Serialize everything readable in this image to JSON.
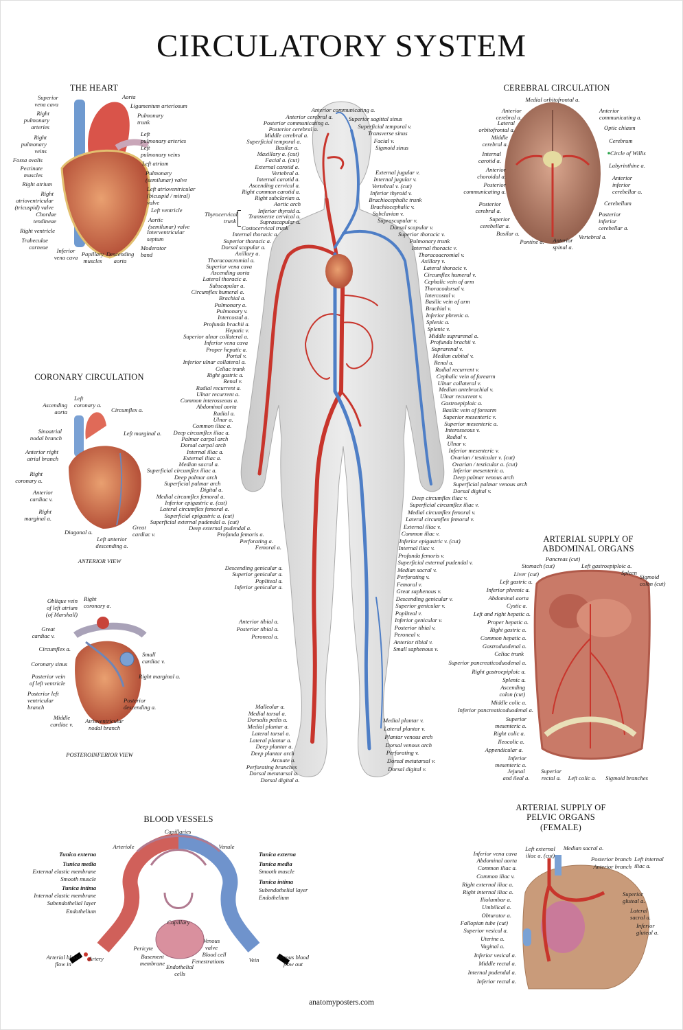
{
  "title": "CIRCULATORY SYSTEM",
  "footer": "anatomyposters.com",
  "colors": {
    "artery": "#c8352c",
    "vein": "#4e7ec6",
    "body": "#d9d9d9",
    "heart": "#d0694a",
    "brain": "#b9826a"
  },
  "heart": {
    "title": "THE HEART",
    "labels": [
      "Superior\nvena cava",
      "Right\npulmonary\narteries",
      "Right\npulmonary\nveins",
      "Fossa ovalis",
      "Pectinate\nmuscles",
      "Right atrium",
      "Right\natrioventricular\n(tricuspid) valve",
      "Chordae\ntendineae",
      "Right ventricle",
      "Trabeculae\ncarneae",
      "Aorta",
      "Ligamentum arteriosum",
      "Pulmonary\ntrunk",
      "Left\npulmonary arteries",
      "Left\npulmonary veins",
      "Left atrium",
      "Pulmonary\n(semilunar) valve",
      "Left atrioventricular\n(bicuspid / mitral)\nvalve",
      "Left ventricle",
      "Aortic\n(semilunar) valve",
      "Interventricular\nseptum",
      "Moderator\nband",
      "Inferior\nvena cava",
      "Papillary\nmuscles",
      "Descending\naorta"
    ]
  },
  "cerebral": {
    "title": "CEREBRAL CIRCULATION",
    "labels": [
      "Medial orbitofrontal a.",
      "Anterior\ncerebral a.",
      "Lateral\norbitofrontal a.",
      "Middle\ncerebral a.",
      "Internal\ncarotid a.",
      "Anterior\nchoroidal a.",
      "Posterior\ncommunicating a.",
      "Posterior\ncerebral a.",
      "Superior\ncerebellar a.",
      "Basilar a.",
      "Pontine a.",
      "Anterior\nspinal a.",
      "Anterior\ncommunicating a.",
      "Optic chiasm",
      "Cerebrum",
      "Circle of Willis",
      "Labyrinthine a.",
      "Anterior\ninferior\ncerebellar a.",
      "Cerebellum",
      "Posterior\ninferior\ncerebellar a.",
      "Vertebral a."
    ]
  },
  "coronary": {
    "title": "CORONARY CIRCULATION",
    "anterior_view": "ANTERIOR VIEW",
    "anterior_labels": [
      "Ascending\naorta",
      "Left\ncoronary a.",
      "Circumflex a.",
      "Left marginal a.",
      "Sinoatrial\nnodal branch",
      "Anterior right\natrial branch",
      "Right\ncoronary a.",
      "Anterior\ncardiac v.",
      "Right\nmarginal a.",
      "Diagonal a.",
      "Left anterior\ndescending a.",
      "Great\ncardiac v."
    ],
    "posterior_view": "POSTEROINFERIOR VIEW",
    "posterior_labels": [
      "Oblique vein\nof left atrium\n(of Marshall)",
      "Right\ncoronary a.",
      "Great\ncardiac v.",
      "Circumflex a.",
      "Coronary sinus",
      "Posterior vein\nof left ventricle",
      "Posterior left\nventricular\nbranch",
      "Middle\ncardiac v.",
      "Atrioventricular\nnodal branch",
      "Small\ncardiac v.",
      "Right marginal a.",
      "Posterior\ndescending a."
    ]
  },
  "body": {
    "head_top": [
      "Anterior communicating a.",
      "Anterior cerebral a."
    ],
    "head_left": [
      "Posterior communicating a.",
      "Posterior cerebral a.",
      "Middle cerebral a.",
      "Superficial temporal a.",
      "Basilar a.",
      "Maxillary a. (cut)",
      "Facial a. (cut)",
      "External carotid a.",
      "Vertebral a.",
      "Internal carotid a.",
      "Ascending cervical a.",
      "Right common carotid a.",
      "Right subclavian a.",
      "Aortic arch"
    ],
    "thyrocervical": {
      "group": "Thyrocervical\ntrunk",
      "items": [
        "Inferior thyroid a.",
        "Transverse cervical a.",
        "Suprascapular a."
      ]
    },
    "left": [
      "Costocervical trunk",
      "Internal thoracic a.",
      "Superior thoracic a.",
      "Dorsal scapular a.",
      "Axillary a.",
      "Thoracoacromial a.",
      "Superior vena cava",
      "Ascending aorta",
      "Lateral thoracic a.",
      "Subscapular a.",
      "Circumflex humeral a.",
      "Brachial a.",
      "Pulmonary a.",
      "Pulmonary v.",
      "Intercostal a.",
      "Profunda brachii a.",
      "Hepatic v.",
      "Superior ulnar collateral a.",
      "Inferior vena cava",
      "Proper hepatic a.",
      "Portal v.",
      "Inferior ulnar collateral a.",
      "Celiac trunk",
      "Right gastric a.",
      "Renal v.",
      "Radial recurrent a.",
      "Ulnar recurrent a.",
      "Common interosseous a.",
      "Abdominal aorta",
      "Radial a.",
      "Ulnar a.",
      "Common iliac a.",
      "Deep circumflex iliac a.",
      "Palmar carpal arch",
      "Dorsal carpal arch",
      "Internal iliac a.",
      "External iliac a.",
      "Median sacral a.",
      "Superficial circumflex iliac a.",
      "Deep palmar arch",
      "Superficial palmar arch",
      "Digital a.",
      "Medial circumflex femoral a.",
      "Inferior epigastric a. (cut)",
      "Lateral circumflex femoral a.",
      "Superficial epigastric a. (cut)",
      "Superficial external pudendal a. (cut)",
      "Deep external pudendal a.",
      "Profunda femoris a.",
      "Perforating a.",
      "Femoral a."
    ],
    "knee_left": [
      "Descending genicular a.",
      "Superior genicular a.",
      "Popliteal a.",
      "Inferior genicular a."
    ],
    "shin_left": [
      "Anterior tibial a.",
      "Posterior tibial a.",
      "Peroneal a."
    ],
    "foot_left": [
      "Malleolar a.",
      "Medial tarsal a.",
      "Dorsalis pedis a.",
      "Medial plantar a.",
      "Lateral tarsal a.",
      "Lateral plantar a.",
      "Deep plantar a.",
      "Deep plantar arch",
      "Arcuate a.",
      "Perforating branches",
      "Dorsal metatarsal a.",
      "Dorsal digital a."
    ],
    "head_right": [
      "Superior sagittal sinus",
      "Superficial temporal v.",
      "Transverse sinus",
      "Facial v.",
      "Sigmoid sinus"
    ],
    "neck_right": [
      "External jugular v.",
      "Internal jugular v.",
      "Vertebral v. (cut)",
      "Inferior thyroid v.",
      "Brachiocephalic trunk",
      "Brachiocephalic v.",
      "Subclavian v.",
      "Suprascapular v.",
      "Dorsal scapular v."
    ],
    "right": [
      "Superior thoracic v.",
      "Pulmonary trunk",
      "Internal thoracic v.",
      "Thoracoacromial v.",
      "Axillary v.",
      "Lateral thoracic v.",
      "Circumflex humeral v.",
      "Cephalic vein of arm",
      "Thoracodorsal v.",
      "Intercostal v.",
      "Basilic vein of arm",
      "Brachial v.",
      "Inferior phrenic a.",
      "Splenic a.",
      "Splenic v.",
      "Middle suprarenal a.",
      "Profunda brachii v.",
      "Suprarenal v.",
      "Median cubital v.",
      "Renal a.",
      "Radial recurrent v.",
      "Cephalic vein of forearm",
      "Ulnar collateral v.",
      "Median antebrachial v.",
      "Ulnar recurrent v.",
      "Gastroepiploic a.",
      "Basilic vein of forearm",
      "Superior mesenteric v.",
      "Superior mesenteric a.",
      "Interosseous v.",
      "Radial v.",
      "Ulnar v.",
      "Inferior mesenteric v.",
      "Ovarian / testicular v. (cut)",
      "Ovarian / testicular a. (cut)",
      "Inferior mesenteric a.",
      "Deep palmar venous arch",
      "Superficial palmar venous arch",
      "Dorsal digital v."
    ],
    "leg_right": [
      "Deep circumflex iliac v.",
      "Superficial circumflex iliac v.",
      "Medial circumflex femoral v.",
      "Lateral circumflex femoral v.",
      "External iliac v.",
      "Common iliac v.",
      "Inferior epigastric v. (cut)",
      "Internal iliac v.",
      "Profunda femoris v.",
      "Superficial external pudendal v.",
      "Median sacral v.",
      "Perforating v.",
      "Femoral v.",
      "Great saphenous v.",
      "Descending genicular v.",
      "Superior genicular v.",
      "Popliteal v.",
      "Inferior genicular v.",
      "Posterior tibial v.",
      "Peroneal v.",
      "Anterior tibial v.",
      "Small saphenous v."
    ],
    "foot_right": [
      "Medial plantar v.",
      "Lateral plantar v.",
      "Plantar venous arch",
      "Dorsal venous arch",
      "Perforating v.",
      "Dorsal metatarsal v.",
      "Dorsal digital v."
    ]
  },
  "abdominal": {
    "title": "ARTERIAL SUPPLY OF\nABDOMINAL ORGANS",
    "labels": [
      "Pancreas (cut)",
      "Stomach (cut)",
      "Liver (cut)",
      "Left gastric a.",
      "Inferior phrenic a.",
      "Abdominal aorta",
      "Cystic a.",
      "Left and right hepatic a.",
      "Proper hepatic a.",
      "Right gastric a.",
      "Common hepatic a.",
      "Gastroduodenal a.",
      "Celiac trunk",
      "Superior pancreaticoduodenal a.",
      "Right gastroepiploic a.",
      "Splenic a.",
      "Ascending\ncolon (cut)",
      "Middle colic a.",
      "Inferior pancreaticoduodenal a.",
      "Superior\nmesenteric a.",
      "Right colic a.",
      "Ileocolic a.",
      "Appendicular a.",
      "Inferior\nmesenteric a.",
      "Jejunal\nand ileal a.",
      "Superior\nrectal a.",
      "Left colic a.",
      "Sigmoid branches",
      "Left gastroepiploic a.",
      "Spleen",
      "Sigmoid\ncolon (cut)"
    ]
  },
  "pelvic": {
    "title": "ARTERIAL SUPPLY OF\nPELVIC ORGANS\n(FEMALE)",
    "labels": [
      "Inferior vena cava",
      "Abdominal aorta",
      "Common iliac a.",
      "Common iliac v.",
      "Right external iliac a.",
      "Right internal iliac a.",
      "Iliolumbar a.",
      "Umbilical a.",
      "Obturator a.",
      "Fallopian tube (cut)",
      "Superior vesical a.",
      "Uterine a.",
      "Vaginal a.",
      "Inferior vesical a.",
      "Middle rectal a.",
      "Internal pudendal a.",
      "Inferior rectal a.",
      "Left external\niliac a. (cut)",
      "Median sacral a.",
      "Posterior branch",
      "Anterior branch",
      "Left internal\niliac a.",
      "Superior\ngluteal a.",
      "Lateral\nsacral a.",
      "Inferior\ngluteal a."
    ]
  },
  "vessels": {
    "title": "BLOOD VESSELS",
    "labels": [
      "Capillaries",
      "Arteriole",
      "Venule",
      "Tunica externa",
      "Tunica media",
      "External elastic membrane",
      "Smooth muscle",
      "Tunica intima",
      "Internal elastic membrane",
      "Subendothelial layer",
      "Endothelium",
      "Tunica externa",
      "Tunica media",
      "Smooth muscle",
      "Tunica intima",
      "Subendothelial layer",
      "Endothelium",
      "Capillary",
      "Pericyte",
      "Basement\nmembrane",
      "Endothelial\ncells",
      "Venous\nvalve",
      "Blood cell",
      "Fenestrations",
      "Arterial blood\nflow in",
      "Artery",
      "Vein",
      "Venous blood\nflow out"
    ]
  }
}
